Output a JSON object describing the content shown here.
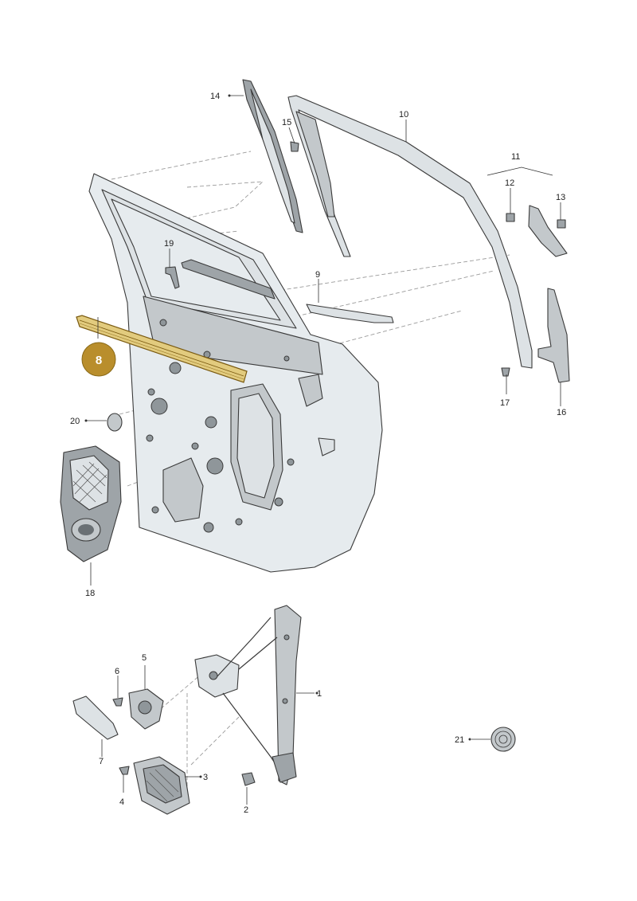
{
  "diagram": {
    "highlighted_part": "8",
    "highlight_color": "#b98e2c",
    "labels": {
      "p1": "1",
      "p2": "2",
      "p3": "3",
      "p4": "4",
      "p5": "5",
      "p6": "6",
      "p7": "7",
      "p8": "8",
      "p9": "9",
      "p10": "10",
      "p11": "11",
      "p12": "12",
      "p13": "13",
      "p14": "14",
      "p15": "15",
      "p16": "16",
      "p17": "17",
      "p18": "18",
      "p19": "19",
      "p20": "20",
      "p21": "21"
    }
  }
}
